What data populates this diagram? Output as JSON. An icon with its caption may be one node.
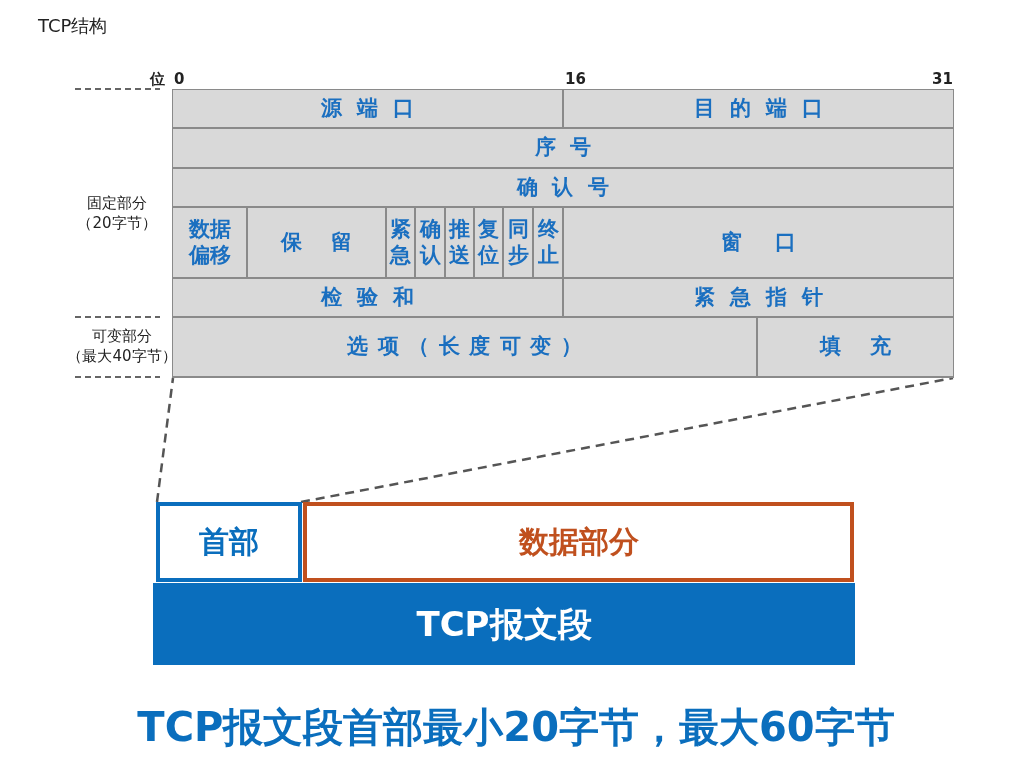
{
  "diagram": {
    "title": "TCP结构",
    "caption": "TCP报文段首部最小20字节，最大60字节",
    "nodes": [
      {
        "text": [],
        "shape": "box"
      },
      {
        "text": [
          "源端口"
        ],
        "in": 0
      },
      {
        "text": [
          "目的端口"
        ],
        "in": 0
      },
      {
        "text": [
          "序号"
        ],
        "in": 0
      },
      {
        "text": [
          "确认号"
        ],
        "in": 0
      },
      {
        "text": [
          "数据偏移"
        ],
        "in": 0
      },
      {
        "text": [
          "保留"
        ],
        "in": 0
      },
      {
        "text": [
          "紧急"
        ],
        "in": 0
      },
      {
        "text": [
          "确认"
        ],
        "in": 0
      },
      {
        "text": [
          "推送"
        ],
        "in": 0
      },
      {
        "text": [
          "复位"
        ],
        "in": 0
      },
      {
        "text": [
          "同步"
        ],
        "in": 0
      },
      {
        "text": [
          "终止"
        ],
        "in": 0
      },
      {
        "text": [
          "窗口"
        ],
        "in": 0
      },
      {
        "text": [
          "检验和"
        ],
        "in": 0
      },
      {
        "text": [
          "紧急指针"
        ],
        "in": 0
      },
      {
        "text": [
          "选项（长度可变）"
        ],
        "in": 0
      },
      {
        "text": [
          "填充"
        ],
        "in": 0
      },
      {
        "text": [
          "首部"
        ]
      },
      {
        "text": [
          "数据部分"
        ]
      },
      {
        "text": [
          "TCP报文段"
        ]
      }
    ],
    "edges": [
      {
        "from": 18,
        "to": 0,
        "arrow": "none",
        "style": "dashed"
      },
      {
        "from": 18,
        "to": 0,
        "arrow": "none",
        "style": "dashed"
      }
    ],
    "labels": [
      "位",
      "0",
      "16",
      "31",
      "固定部分（20字节）",
      "可变部分（最大40字节）"
    ]
  }
}
